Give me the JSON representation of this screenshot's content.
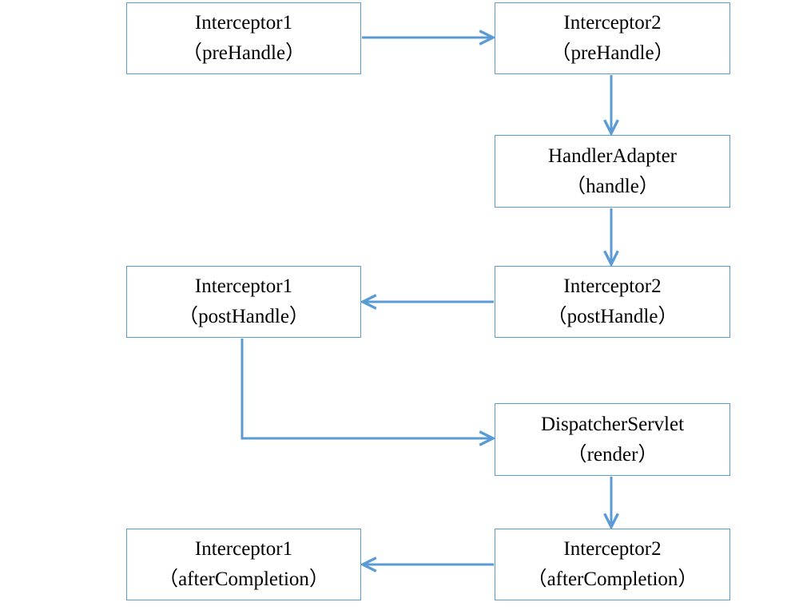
{
  "nodes": {
    "i1_pre": {
      "line1": "Interceptor1",
      "line2": "（preHandle）"
    },
    "i2_pre": {
      "line1": "Interceptor2",
      "line2": "（preHandle）"
    },
    "adapter": {
      "line1": "HandlerAdapter",
      "line2": "（handle）"
    },
    "i1_post": {
      "line1": "Interceptor1",
      "line2": "（postHandle）"
    },
    "i2_post": {
      "line1": "Interceptor2",
      "line2": "（postHandle）"
    },
    "dispatch": {
      "line1": "DispatcherServlet",
      "line2": "（render）"
    },
    "i1_after": {
      "line1": "Interceptor1",
      "line2": "（afterCompletion）"
    },
    "i2_after": {
      "line1": "Interceptor2",
      "line2": "（afterCompletion）"
    }
  },
  "edges": [
    {
      "from": "i1_pre",
      "to": "i2_pre"
    },
    {
      "from": "i2_pre",
      "to": "adapter"
    },
    {
      "from": "adapter",
      "to": "i2_post"
    },
    {
      "from": "i2_post",
      "to": "i1_post"
    },
    {
      "from": "i1_post",
      "to": "dispatch"
    },
    {
      "from": "dispatch",
      "to": "i2_after"
    },
    {
      "from": "i2_after",
      "to": "i1_after"
    }
  ],
  "colors": {
    "border": "#5b9bd5",
    "arrow": "#5b9bd5",
    "text": "#000000",
    "background": "#ffffff"
  }
}
